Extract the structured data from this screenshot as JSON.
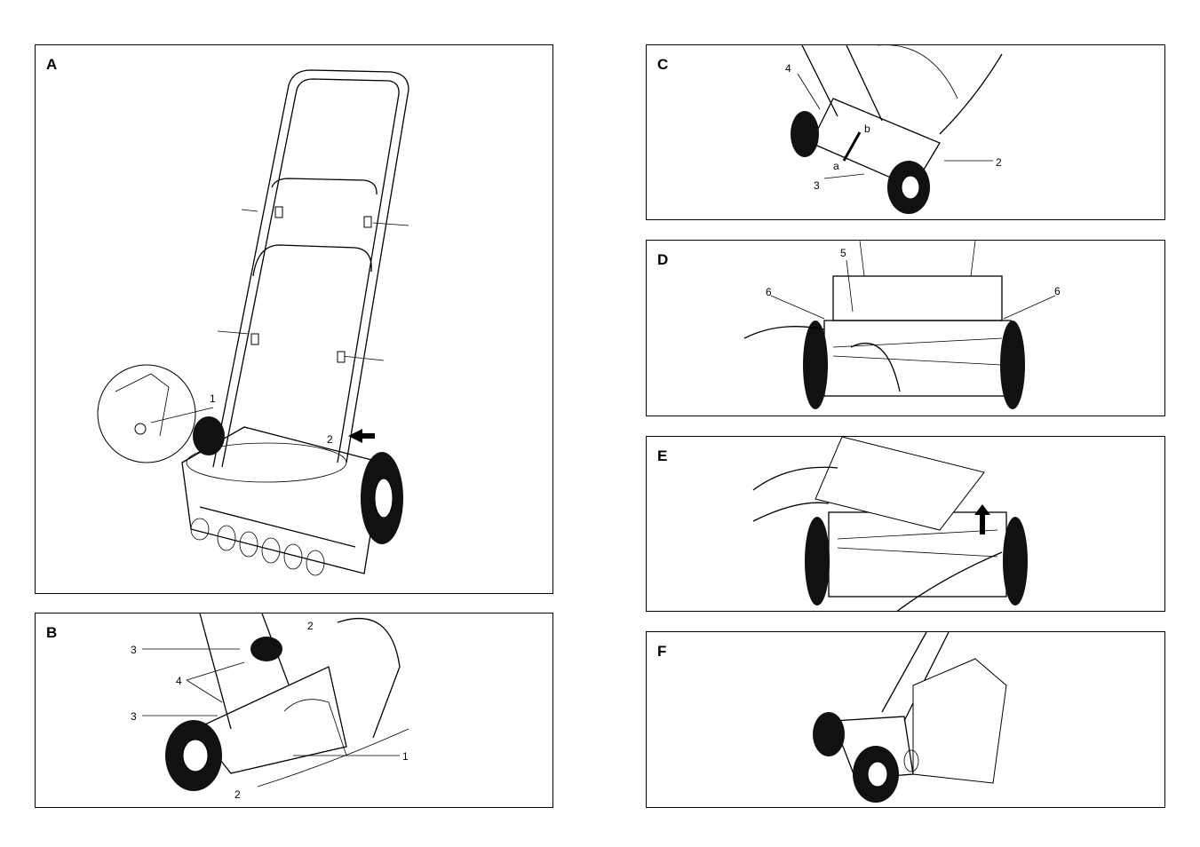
{
  "panels": [
    {
      "letter": "A",
      "callouts": [
        "1",
        "2"
      ]
    },
    {
      "letter": "B",
      "callouts": [
        "3",
        "4",
        "3",
        "2",
        "1",
        "2"
      ]
    },
    {
      "letter": "C",
      "callouts": [
        "4",
        "b",
        "a",
        "3",
        "2"
      ]
    },
    {
      "letter": "D",
      "callouts": [
        "5",
        "6",
        "6"
      ]
    },
    {
      "letter": "E",
      "callouts": []
    },
    {
      "letter": "F",
      "callouts": []
    }
  ]
}
